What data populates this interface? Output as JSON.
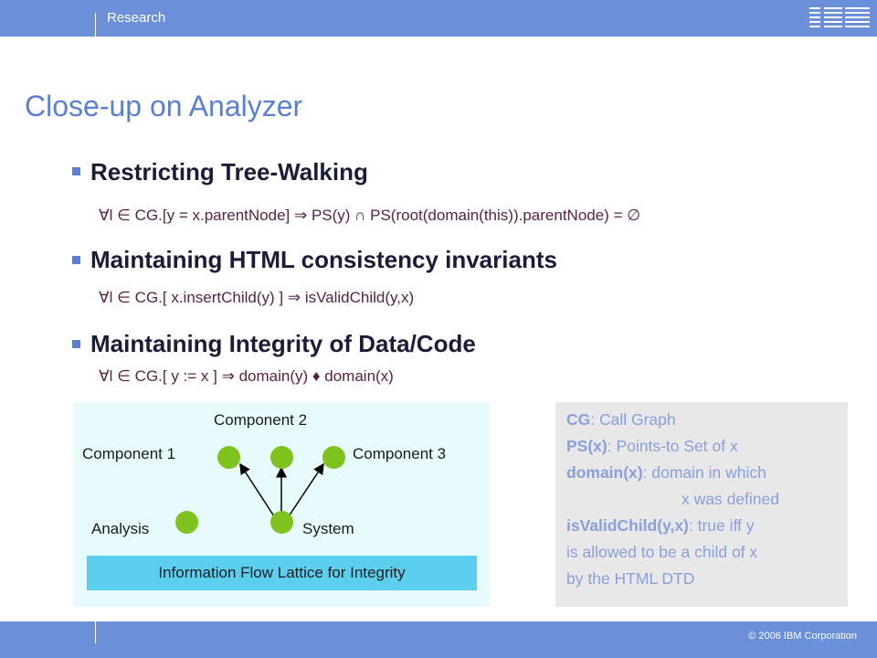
{
  "header": {
    "research": "Research",
    "logo": "IBM"
  },
  "title": "Close-up on Analyzer",
  "bullets": [
    {
      "heading": "Restricting Tree-Walking",
      "formula": "∀l ∈ CG.[y = x.parentNode] ⇒ PS(y) ∩ PS(root(domain(this)).parentNode) = ∅"
    },
    {
      "heading": "Maintaining HTML consistency invariants",
      "formula": "∀l ∈ CG.[ x.insertChild(y) ] ⇒ isValidChild(y,x)"
    },
    {
      "heading": "Maintaining Integrity of Data/Code",
      "formula": "∀l ∈ CG.[ y := x ] ⇒ domain(y) ♦ domain(x)"
    }
  ],
  "diagram": {
    "component1": "Component 1",
    "component2": "Component 2",
    "component3": "Component 3",
    "analysis": "Analysis",
    "system": "System",
    "lattice": "Information Flow Lattice for Integrity"
  },
  "legend": [
    {
      "term": "CG",
      "def": ": Call Graph"
    },
    {
      "term": "PS(x)",
      "def": ": Points-to Set of x"
    },
    {
      "term": "domain(x)",
      "def": ": domain in which"
    },
    {
      "term": "",
      "def": "x was defined"
    },
    {
      "term": "isValidChild(y,x)",
      "def": ": true iff y"
    },
    {
      "term": "",
      "def": "is allowed to be a child of x"
    },
    {
      "term": "",
      "def": "by the HTML DTD"
    }
  ],
  "footer": {
    "copyright": "© 2006 IBM Corporation"
  },
  "colors": {
    "bar": "#6b8fd9",
    "title": "#5b7fd4",
    "node": "#7ec31e",
    "lattice": "#5ccfee",
    "legend_text": "#8aa0dc"
  }
}
